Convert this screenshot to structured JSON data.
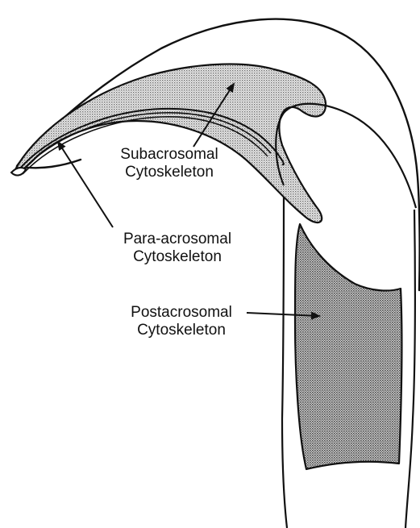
{
  "labels": {
    "subacrosomal": {
      "line1": "Subacrosomal",
      "line2": "Cytoskeleton"
    },
    "para_acrosomal": {
      "line1": "Para-acrosomal",
      "line2": "Cytoskeleton"
    },
    "postacrosomal": {
      "line1": "Postacrosomal",
      "line2": "Cytoskeleton"
    }
  },
  "colors": {
    "outline": "#111111",
    "stipple_dot": "#6a6a6a",
    "background": "#ffffff"
  }
}
